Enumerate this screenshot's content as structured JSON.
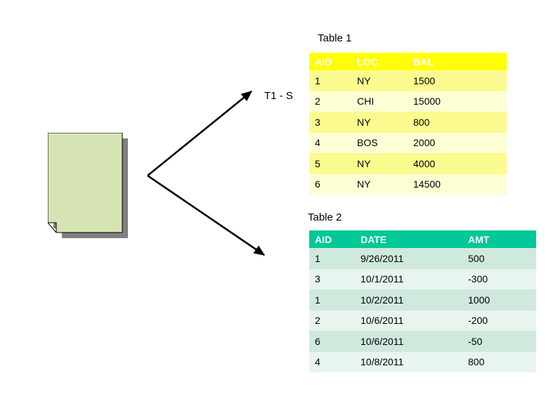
{
  "diagram": {
    "source_node": {
      "icon": "document-page-icon",
      "fill_color": "#d6e4b4",
      "shadow_color": "#808080"
    },
    "branch_label": "T1 - S",
    "connector": {
      "style": "two-arrow-fork",
      "color": "#000000"
    }
  },
  "tables": [
    {
      "id": "table-1",
      "title": "Table 1",
      "header_color": "#ffff00",
      "row_color_odd": "#fbfb8f",
      "row_color_even": "#fefed4",
      "columns": [
        "AID",
        "LOC",
        "BAL"
      ],
      "rows": [
        [
          "1",
          "NY",
          "1500"
        ],
        [
          "2",
          "CHI",
          "15000"
        ],
        [
          "3",
          "NY",
          "800"
        ],
        [
          "4",
          "BOS",
          "2000"
        ],
        [
          "5",
          "NY",
          "4000"
        ],
        [
          "6",
          "NY",
          "14500"
        ]
      ]
    },
    {
      "id": "table-2",
      "title": "Table 2",
      "header_color": "#00c896",
      "row_color_odd": "#cfe9dd",
      "row_color_even": "#e8f4ee",
      "columns": [
        "AID",
        "DATE",
        "AMT"
      ],
      "rows": [
        [
          "1",
          "9/26/2011",
          "500"
        ],
        [
          "3",
          "10/1/2011",
          "-300"
        ],
        [
          "1",
          "10/2/2011",
          "1000"
        ],
        [
          "2",
          "10/6/2011",
          "-200"
        ],
        [
          "6",
          "10/6/2011",
          "-50"
        ],
        [
          "4",
          "10/8/2011",
          "800"
        ]
      ]
    }
  ]
}
